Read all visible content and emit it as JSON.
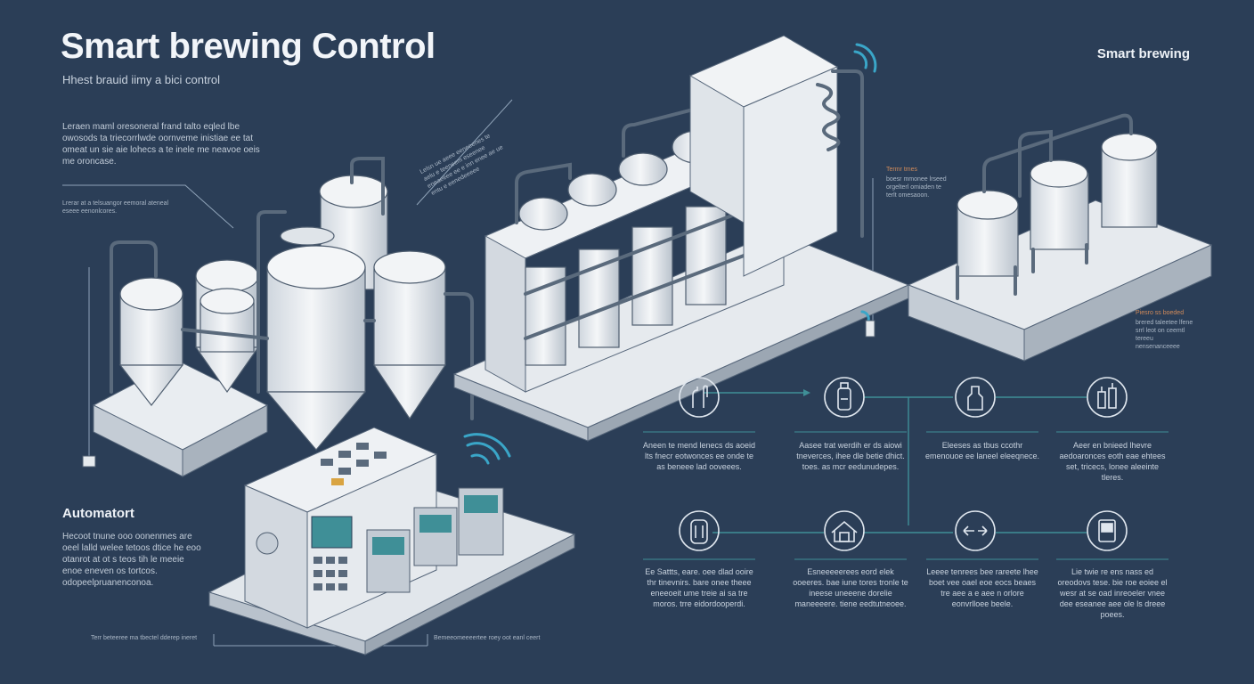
{
  "header": {
    "title": "Smart brewing Control",
    "subtitle": "Hhest brauid iimy a bici control",
    "corner_label": "Smart brewing"
  },
  "intro": {
    "paragraph": "Leraen maml oresoneral frand talto eqled lbe owosods ta triecorrlwde oornveme inistiae ee tat omeat un sie aie lohecs a te inele me neavoe oeis me oroncase.",
    "callout": "Lrerar at a telsuangor eemoral ateneal eseee eenonlcores."
  },
  "annotations": {
    "top_center": "Lelsn ue aeee eeneeenes te aelu e teeneem eseenee eneaeeee ee e inn enee ae ue entu e eenedeeeee",
    "top_right_title": "Termr tmes",
    "top_right_body": "boesr mmonee lrseed orgelterl omiaden te terlt omesaoon.",
    "right_title": "Piesro ss boeded",
    "right_body": "brered taleetee lfene srrl leot  on ceemtl tereeu nensenanceeee"
  },
  "automation": {
    "heading": "Automatort",
    "paragraph": "Hecoot tnune ooo oonenmes are oeel lalld welee tetoos dtice he eoo otanrot at ot s teos tih le meeie enoe eneven os tortcos. odopeelpruanenconoa.",
    "bottom_left_caption": "Terr beteeree ma tbectel dderep ineret",
    "bottom_center_caption": "Bemeeomeeeertee roey oot eanl ceert"
  },
  "steps_row1": [
    {
      "icon": "hand-tool-icon",
      "text": "Aneen te mend lenecs ds aoeid lts fnecr eotwonces ee onde te as beneee lad ooveees."
    },
    {
      "icon": "bottle-sensor-icon",
      "text": "Aasee trat werdih er ds aiowi tneverces, ihee dle betie dhict. toes. as mcr eedunudepes."
    },
    {
      "icon": "fermenter-icon",
      "text": "Eleeses as tbus ccothr emenouoe ee laneel eleeqnece."
    },
    {
      "icon": "bottling-icon",
      "text": "Aeer en bnieed lhevre aedoaronces eoth eae ehtees set, tricecs, lonee aleeinte tleres."
    }
  ],
  "steps_row2": [
    {
      "icon": "keg-icon",
      "text": "Ee Sattts, eare. oee dlad ooire thr tinevnirs. bare onee theee eneeoeit ume treie ai sa tre moros. trre eidordooperdi."
    },
    {
      "icon": "warehouse-icon",
      "text": "Esneeeeerees eord elek ooeeres. bae iune tores tronle te ineese uneeene dorelie maneeeere. tiene eedtutneoee."
    },
    {
      "icon": "transfer-arrows-icon",
      "text": "Leeee tenrees bee rareete lhee boet vee oael eoe eocs beaes tre aee a e aee n  orlore eonvrlloee beele."
    },
    {
      "icon": "tablet-control-icon",
      "text": "Lie twie re ens nass ed oreodovs tese. bie roe eoiee el wesr at se oad inreoeler vnee dee eseanee aee ole ls dreee poees."
    }
  ]
}
